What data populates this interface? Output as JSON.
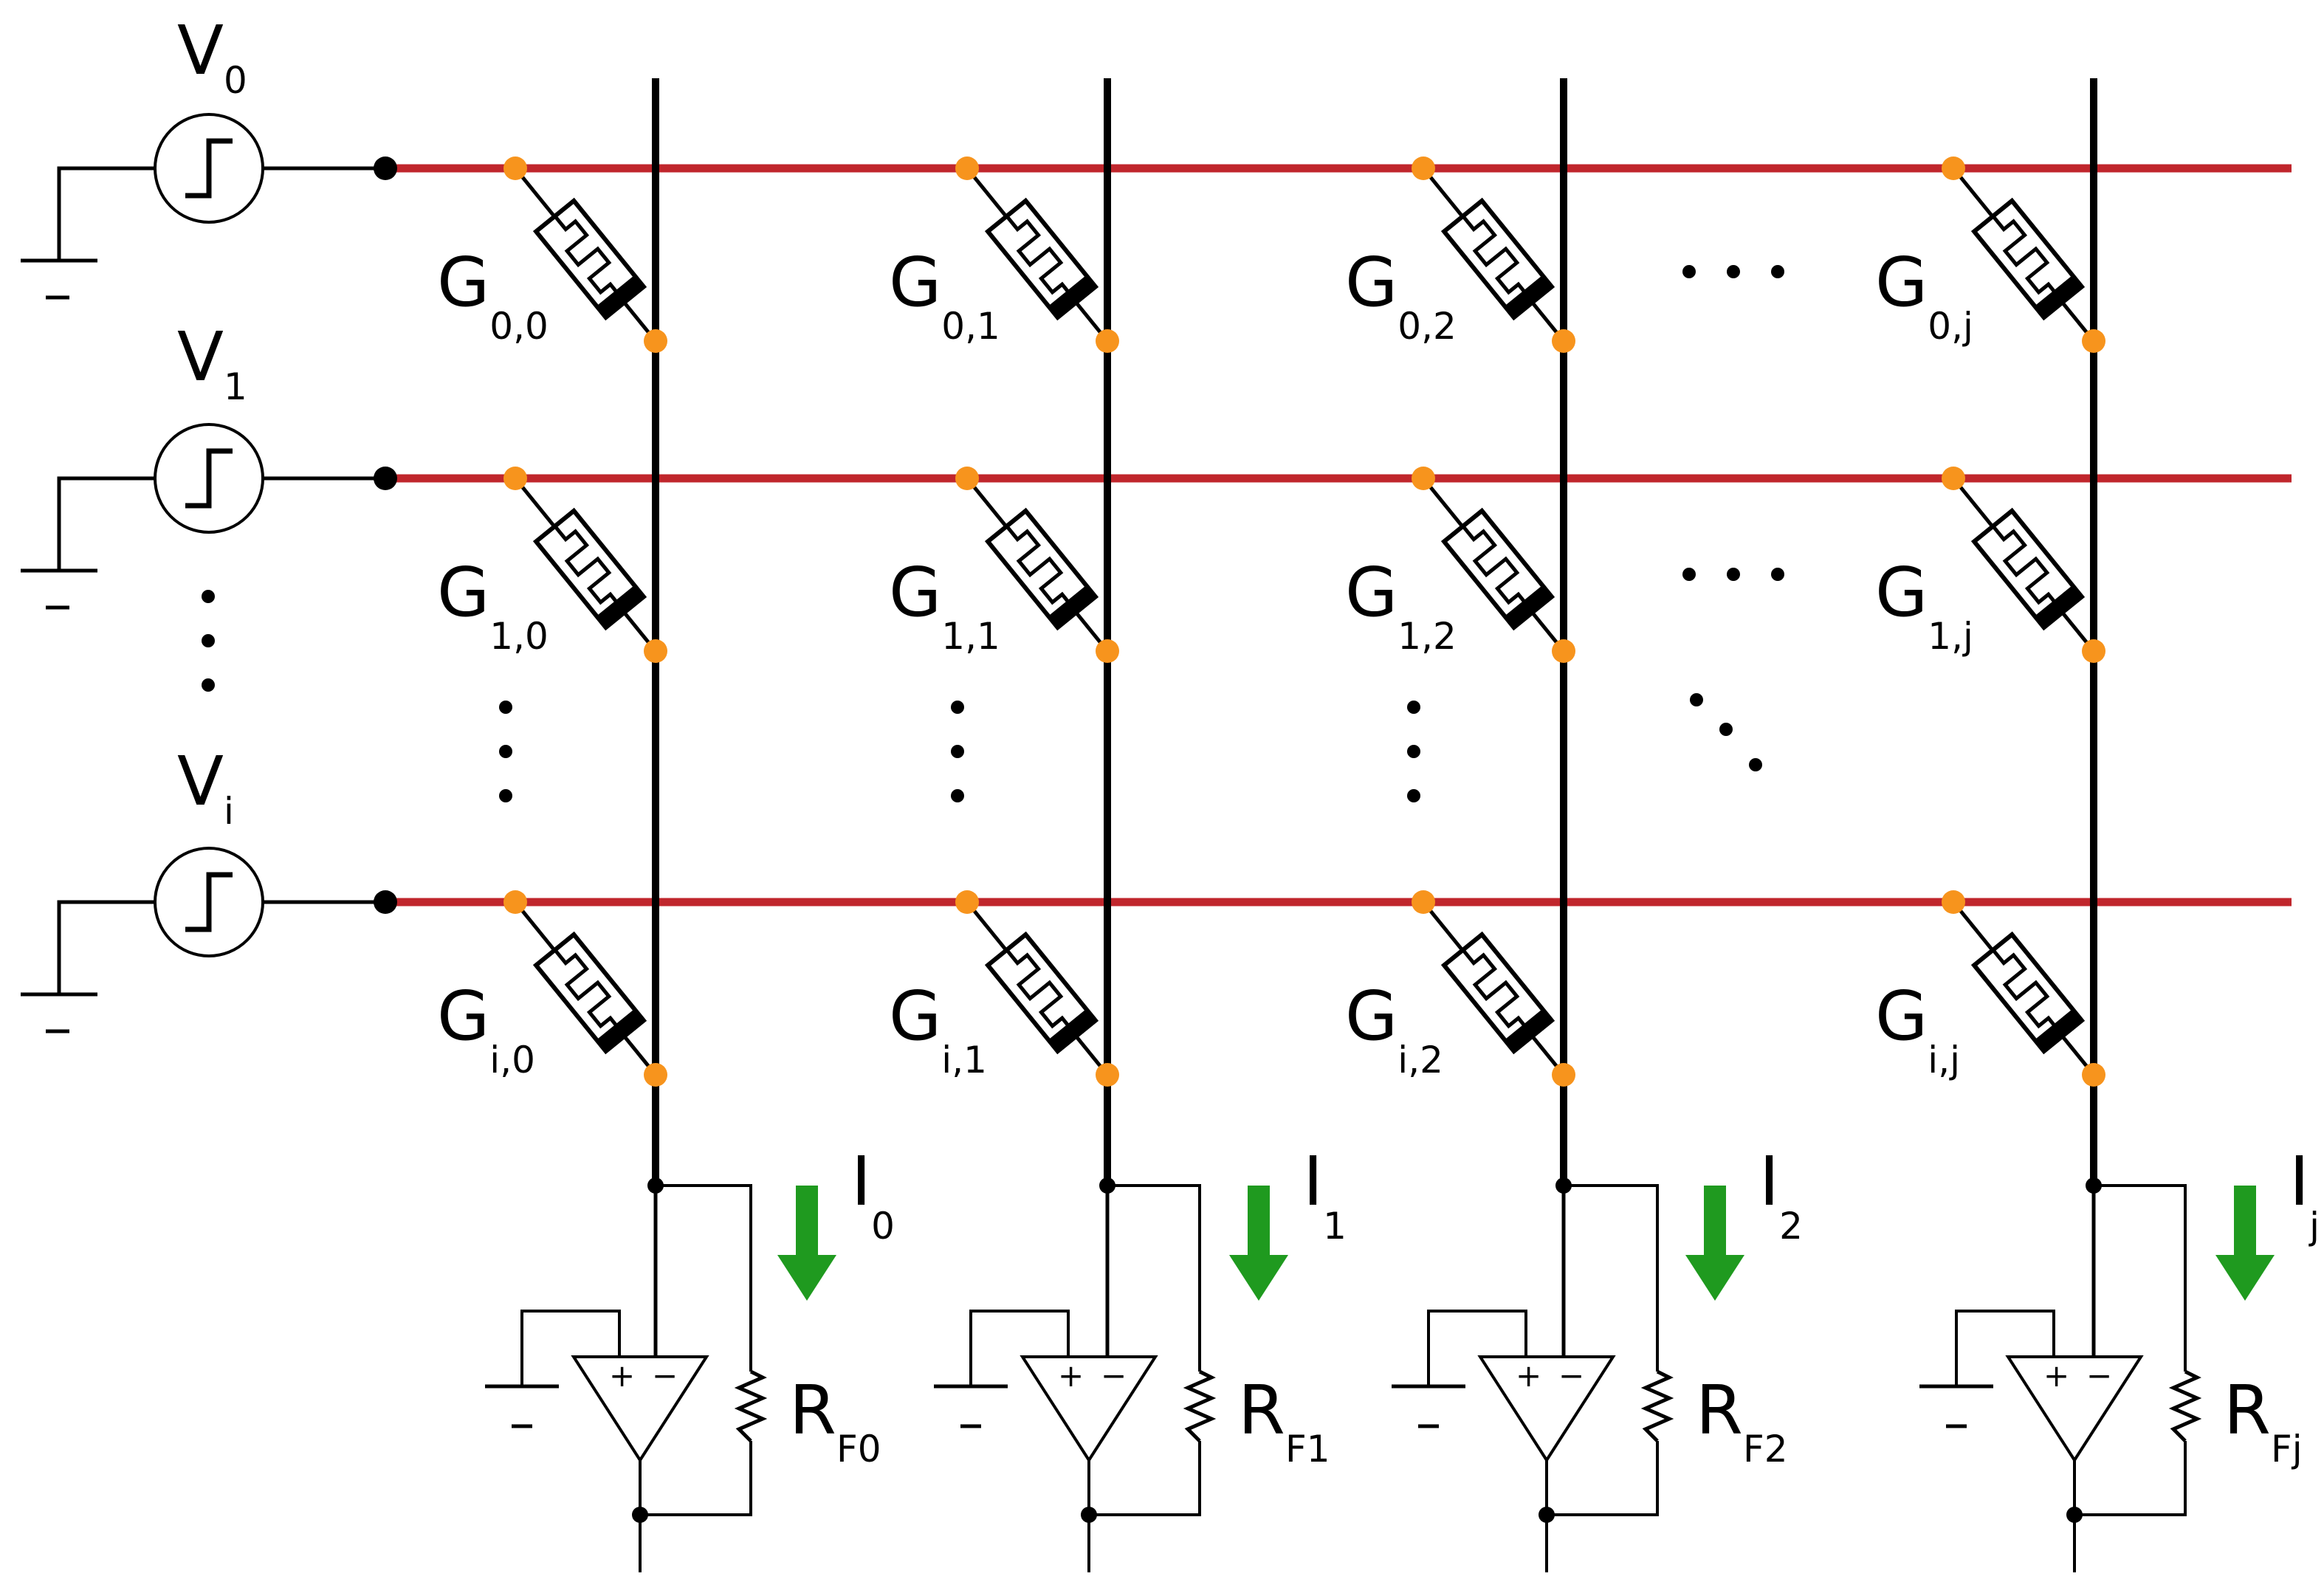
{
  "colors": {
    "row_line": "#c0262c",
    "column_line": "#000000",
    "node_dot": "#f7941d",
    "current_arrow": "#1f9a1f",
    "wire": "#000000"
  },
  "sources": [
    {
      "letter": "V",
      "sub": "0"
    },
    {
      "letter": "V",
      "sub": "1"
    },
    {
      "letter": "V",
      "sub": "i"
    }
  ],
  "conductances": [
    [
      {
        "letter": "G",
        "sub": "0,0"
      },
      {
        "letter": "G",
        "sub": "0,1"
      },
      {
        "letter": "G",
        "sub": "0,2"
      },
      {
        "letter": "G",
        "sub": "0,j"
      }
    ],
    [
      {
        "letter": "G",
        "sub": "1,0"
      },
      {
        "letter": "G",
        "sub": "1,1"
      },
      {
        "letter": "G",
        "sub": "1,2"
      },
      {
        "letter": "G",
        "sub": "1,j"
      }
    ],
    [
      {
        "letter": "G",
        "sub": "i,0"
      },
      {
        "letter": "G",
        "sub": "i,1"
      },
      {
        "letter": "G",
        "sub": "i,2"
      },
      {
        "letter": "G",
        "sub": "i,j"
      }
    ]
  ],
  "currents": [
    {
      "letter": "I",
      "sub": "0"
    },
    {
      "letter": "I",
      "sub": "1"
    },
    {
      "letter": "I",
      "sub": "2"
    },
    {
      "letter": "I",
      "sub": "j"
    }
  ],
  "feedback_resistors": [
    {
      "letter": "R",
      "sub": "F0"
    },
    {
      "letter": "R",
      "sub": "F1"
    },
    {
      "letter": "R",
      "sub": "F2"
    },
    {
      "letter": "R",
      "sub": "Fj"
    }
  ],
  "opamp_input_signs": {
    "plus": "+",
    "minus": "−"
  }
}
